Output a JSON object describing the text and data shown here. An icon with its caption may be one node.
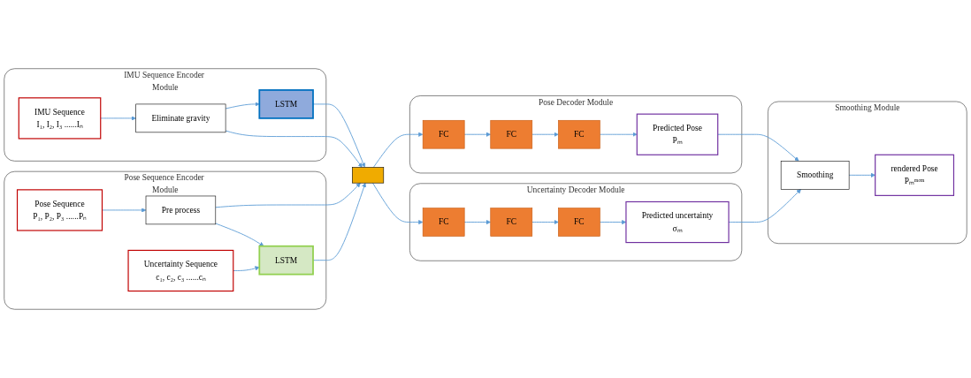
{
  "diagram": {
    "nodes": [
      {
        "text": [
          "IMU Sequence Encoder Module"
        ]
      },
      {
        "text": [
          "IMU Sequence",
          "I₁, I₂, I₃ ......Iₙ"
        ],
        "in": 0
      },
      {
        "text": [
          "Eliminate gravity"
        ],
        "in": 0
      },
      {
        "text": [
          "LSTM"
        ],
        "in": 0
      },
      {
        "text": [
          "Pose Sequence Encoder Module"
        ]
      },
      {
        "text": [
          "Pose Sequence",
          "P₁, P₂, P₃ ......Pₙ"
        ],
        "in": 4
      },
      {
        "text": [
          "Pre process"
        ],
        "in": 4
      },
      {
        "text": [
          "Uncertainty Sequence",
          "c₁, c₂, c₃ ......cₙ"
        ],
        "in": 4
      },
      {
        "text": [
          "LSTM"
        ],
        "in": 4
      },
      {
        "text": [],
        "shape": "bar"
      },
      {
        "text": [
          "Pose Decoder Module"
        ]
      },
      {
        "text": [
          "FC"
        ],
        "in": 10
      },
      {
        "text": [
          "FC"
        ],
        "in": 10
      },
      {
        "text": [
          "FC"
        ],
        "in": 10
      },
      {
        "text": [
          "Predicted Pose",
          "Pₘ"
        ],
        "in": 10
      },
      {
        "text": [
          "Uncertainty Decoder Module"
        ]
      },
      {
        "text": [
          "FC"
        ],
        "in": 15
      },
      {
        "text": [
          "FC"
        ],
        "in": 15
      },
      {
        "text": [
          "FC"
        ],
        "in": 15
      },
      {
        "text": [
          "Predicted uncertainty",
          "σₘ"
        ],
        "in": 15
      },
      {
        "text": [
          "Smoothing Module"
        ]
      },
      {
        "text": [
          "Smoothing"
        ],
        "in": 20
      },
      {
        "text": [
          "rendered Pose",
          "Pₘᵐᵉᵐ"
        ],
        "in": 20
      }
    ],
    "edges": [
      {
        "from": 1,
        "to": 2,
        "arrow": "to"
      },
      {
        "from": 2,
        "to": 3,
        "arrow": "to"
      },
      {
        "from": 3,
        "to": 9,
        "arrow": "to"
      },
      {
        "from": 2,
        "to": 9,
        "arrow": "to"
      },
      {
        "from": 5,
        "to": 6,
        "arrow": "to"
      },
      {
        "from": 6,
        "to": 8,
        "arrow": "to"
      },
      {
        "from": 7,
        "to": 8,
        "arrow": "to"
      },
      {
        "from": 6,
        "to": 9,
        "arrow": "to"
      },
      {
        "from": 8,
        "to": 9,
        "arrow": "to"
      },
      {
        "from": 9,
        "to": 11,
        "arrow": "to"
      },
      {
        "from": 11,
        "to": 12,
        "arrow": "to"
      },
      {
        "from": 12,
        "to": 13,
        "arrow": "to"
      },
      {
        "from": 13,
        "to": 14,
        "arrow": "to"
      },
      {
        "from": 9,
        "to": 16,
        "arrow": "to"
      },
      {
        "from": 16,
        "to": 17,
        "arrow": "to"
      },
      {
        "from": 17,
        "to": 18,
        "arrow": "to"
      },
      {
        "from": 18,
        "to": 19,
        "arrow": "to"
      },
      {
        "from": 14,
        "to": 21,
        "arrow": "to"
      },
      {
        "from": 19,
        "to": 21,
        "arrow": "to"
      },
      {
        "from": 21,
        "to": 22,
        "arrow": "to"
      }
    ]
  }
}
